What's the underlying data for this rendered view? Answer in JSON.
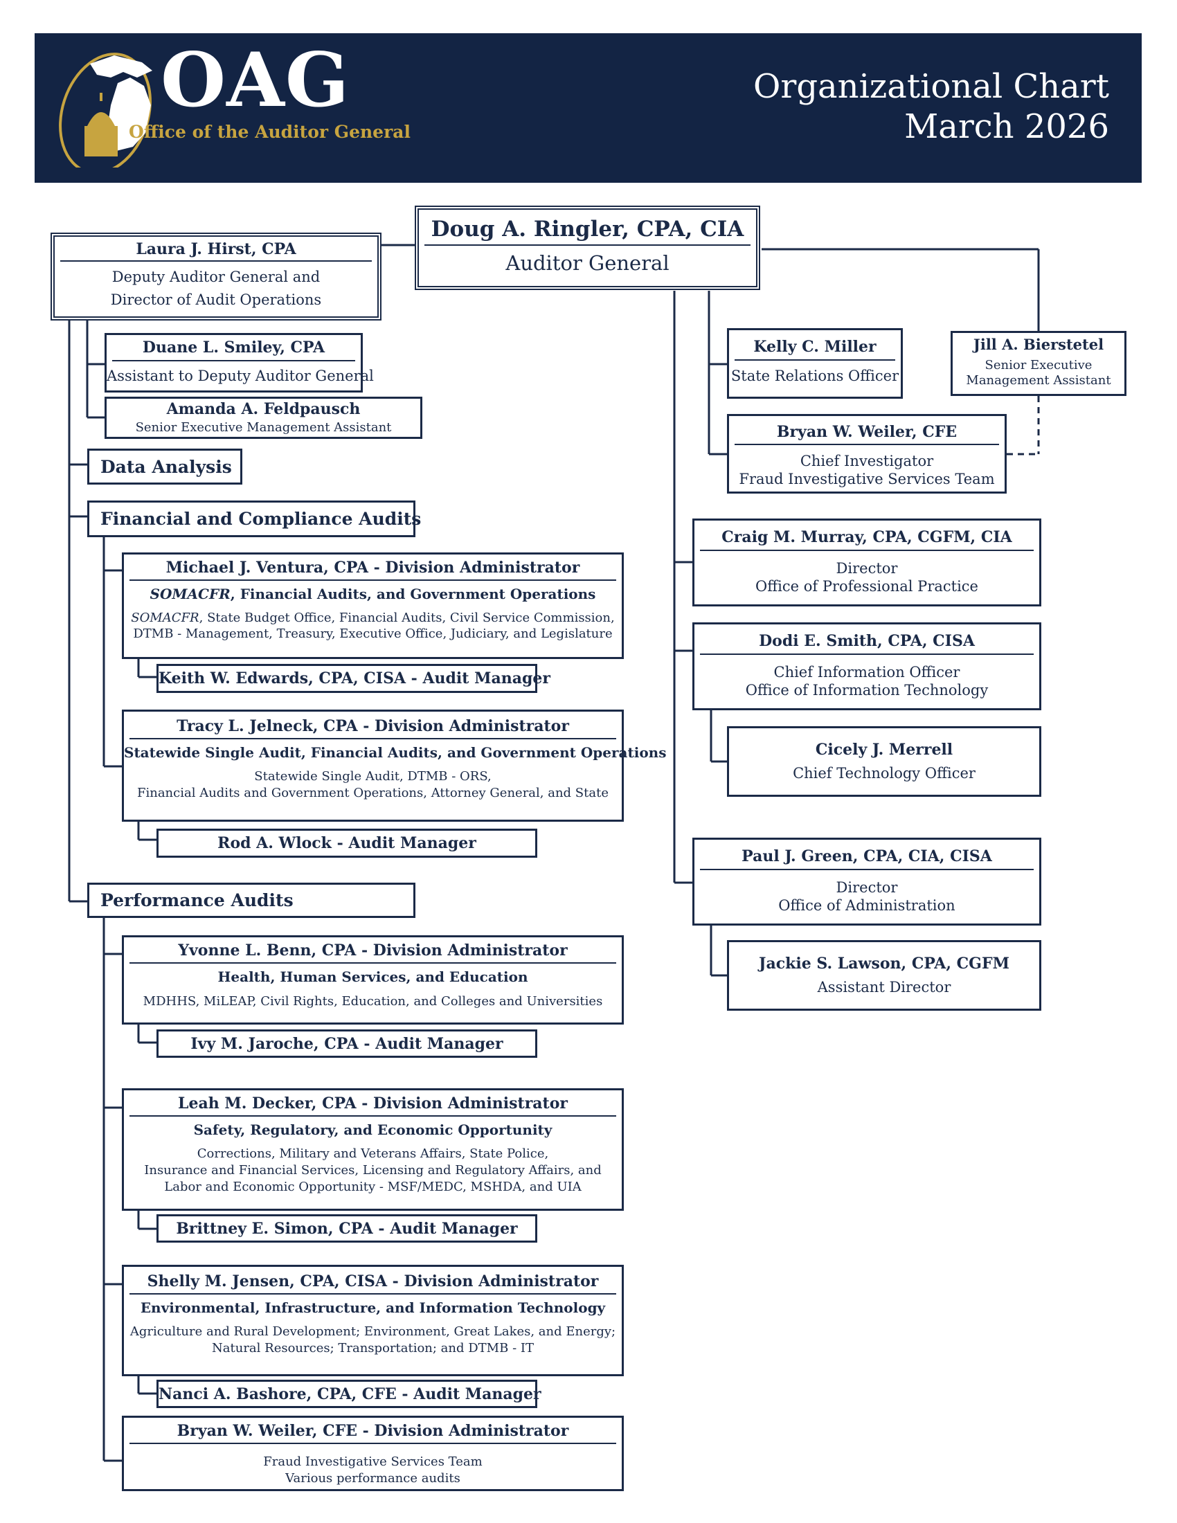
{
  "header": {
    "logo_text": "OAG",
    "logo_subtitle": "Office of the Auditor General",
    "title_line1": "Organizational Chart",
    "title_line2": "March 2026",
    "colors": {
      "banner": "#132444",
      "gold": "#c7a440",
      "ink": "#1b2a47"
    }
  },
  "auditor_general": {
    "name": "Doug A. Ringler, CPA, CIA",
    "title": "Auditor General"
  },
  "deputy": {
    "name": "Laura J. Hirst, CPA",
    "title1": "Deputy Auditor General and",
    "title2": "Director of Audit Operations"
  },
  "smiley": {
    "name": "Duane L. Smiley, CPA",
    "title": "Assistant to Deputy Auditor General"
  },
  "feldpausch": {
    "name": "Amanda A. Feldpausch",
    "title": "Senior Executive Management Assistant"
  },
  "data_analysis": "Data Analysis",
  "fca": "Financial and Compliance Audits",
  "ventura": {
    "name": "Michael J. Ventura, CPA - Division Administrator",
    "subtitle_italic": "SOMACFR",
    "subtitle_rest": ", Financial Audits, and Government Operations",
    "desc1_italic": "SOMACFR",
    "desc1_rest": ", State Budget Office, Financial Audits, Civil Service Commission,",
    "desc2": "DTMB - Management, Treasury, Executive Office, Judiciary, and Legislature"
  },
  "edwards": "Keith W. Edwards, CPA, CISA - Audit Manager",
  "jelneck": {
    "name": "Tracy L. Jelneck, CPA - Division Administrator",
    "subtitle": "Statewide Single Audit, Financial Audits, and Government Operations",
    "desc1": "Statewide Single Audit, DTMB - ORS,",
    "desc2": "Financial Audits and Government Operations, Attorney General, and State"
  },
  "wlock": "Rod A. Wlock - Audit Manager",
  "pa": "Performance Audits",
  "benn": {
    "name": "Yvonne L. Benn, CPA - Division Administrator",
    "subtitle": "Health, Human Services, and Education",
    "desc1": "MDHHS, MiLEAP, Civil Rights, Education, and Colleges and Universities"
  },
  "jaroche": "Ivy M. Jaroche, CPA - Audit Manager",
  "decker": {
    "name": "Leah M. Decker, CPA - Division Administrator",
    "subtitle": "Safety, Regulatory, and Economic Opportunity",
    "desc1": "Corrections, Military and Veterans Affairs, State Police,",
    "desc2": "Insurance and Financial Services, Licensing and Regulatory Affairs, and",
    "desc3": "Labor and Economic Opportunity - MSF/MEDC, MSHDA, and UIA"
  },
  "simon": "Brittney E. Simon, CPA - Audit Manager",
  "jensen": {
    "name": "Shelly M. Jensen, CPA, CISA - Division Administrator",
    "subtitle": "Environmental, Infrastructure, and Information Technology",
    "desc1": "Agriculture and Rural Development; Environment, Great Lakes, and Energy;",
    "desc2": "Natural Resources; Transportation; and DTMB - IT"
  },
  "bashore": "Nanci A. Bashore, CPA, CFE - Audit Manager",
  "weiler_div": {
    "name": "Bryan W. Weiler, CFE - Division Administrator",
    "desc1": "Fraud Investigative Services Team",
    "desc2": "Various performance audits"
  },
  "miller": {
    "name": "Kelly C. Miller",
    "title": "State Relations Officer"
  },
  "bierstetel": {
    "name": "Jill A. Bierstetel",
    "title1": "Senior Executive",
    "title2": "Management Assistant"
  },
  "weiler_ci": {
    "name": "Bryan W. Weiler, CFE",
    "title1": "Chief Investigator",
    "title2": "Fraud Investigative Services Team"
  },
  "murray": {
    "name": "Craig M. Murray, CPA, CGFM, CIA",
    "title1": "Director",
    "title2": "Office of Professional Practice"
  },
  "smith": {
    "name": "Dodi E. Smith, CPA, CISA",
    "title1": "Chief Information Officer",
    "title2": "Office of Information Technology"
  },
  "merrell": {
    "name": "Cicely J. Merrell",
    "title": "Chief Technology Officer"
  },
  "green": {
    "name": "Paul J. Green, CPA, CIA, CISA",
    "title1": "Director",
    "title2": "Office of Administration"
  },
  "lawson": {
    "name": "Jackie S. Lawson, CPA, CGFM",
    "title": "Assistant Director"
  }
}
